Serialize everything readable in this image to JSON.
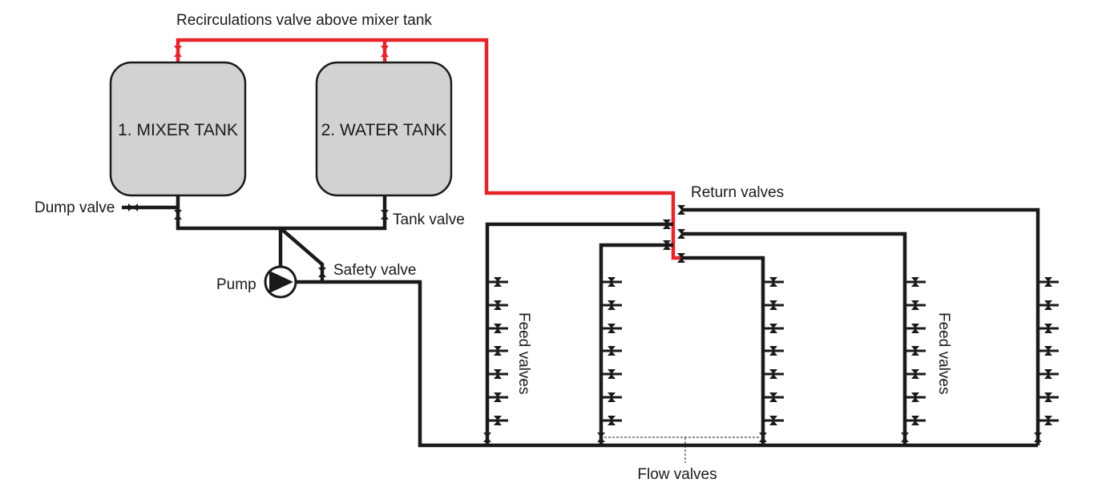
{
  "labels": {
    "recirculation": "Recirculations valve above mixer tank",
    "return_valves": "Return valves",
    "dump_valve": "Dump valve",
    "tank_valve": "Tank valve",
    "safety_valve": "Safety valve",
    "pump": "Pump",
    "feed_valves_left": "Feed valves",
    "feed_valves_right": "Feed valves",
    "flow_valves": "Flow valves"
  },
  "tanks": [
    {
      "label": "1. MIXER TANK"
    },
    {
      "label": "2. WATER TANK"
    }
  ],
  "colors": {
    "pipe": "#1a1a1a",
    "recirculation_pipe": "#e5242b",
    "tank_fill": "#d1d2d4"
  }
}
